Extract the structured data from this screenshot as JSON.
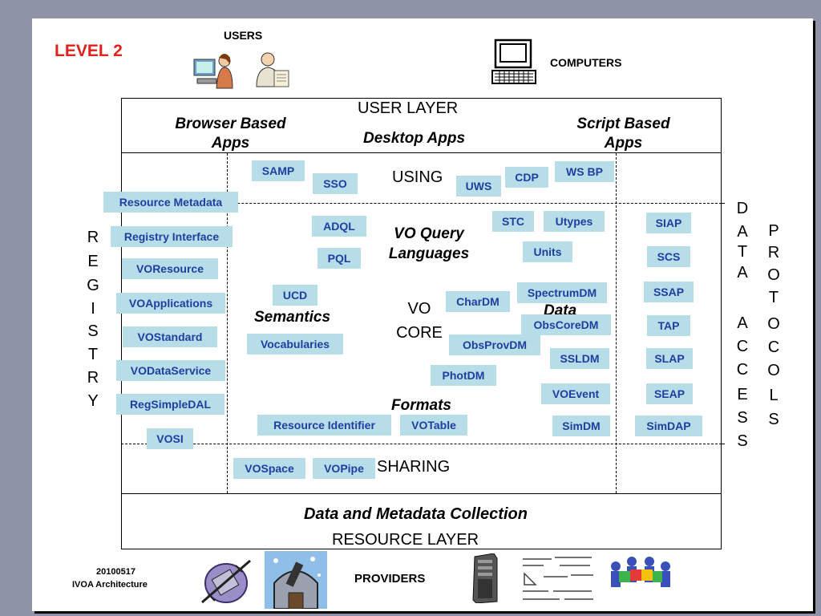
{
  "level": "LEVEL 2",
  "top": {
    "users": "USERS",
    "computers": "COMPUTERS"
  },
  "user_layer": {
    "title": "USER LAYER",
    "browser": "Browser Based\nApps",
    "desktop": "Desktop Apps",
    "script": "Script Based\nApps"
  },
  "using": "USING",
  "sharing": "SHARING",
  "vo_query": "VO Query\nLanguages",
  "semantics": "Semantics",
  "vo_core": "VO\nCORE",
  "data_label": "Data",
  "formats": "Formats",
  "resource_layer": {
    "title": "RESOURCE LAYER",
    "collection": "Data and Metadata Collection"
  },
  "providers": "PROVIDERS",
  "footer": {
    "date": "20100517",
    "arch": "IVOA Architecture"
  },
  "registry_letters": [
    "R",
    "E",
    "G",
    "I",
    "S",
    "T",
    "R",
    "Y"
  ],
  "data_letters": [
    "D",
    "A",
    "T",
    "A",
    "",
    "A",
    "C",
    "C",
    "E",
    "S",
    "S"
  ],
  "protocols_letters": [
    "P",
    "R",
    "O",
    "T",
    "O",
    "C",
    "O",
    "L",
    "S"
  ],
  "boxes": {
    "samp": "SAMP",
    "sso": "SSO",
    "uws": "UWS",
    "cdp": "CDP",
    "wsbp": "WS BP",
    "resource_metadata": "Resource Metadata",
    "registry_interface": "Registry Interface",
    "voresource": "VOResource",
    "voapplications": "VOApplications",
    "vostandard": "VOStandard",
    "vodataservice": "VODataService",
    "regsimpledal": "RegSimpleDAL",
    "vosi": "VOSI",
    "adql": "ADQL",
    "pql": "PQL",
    "stc": "STC",
    "utypes": "Utypes",
    "units": "Units",
    "ucd": "UCD",
    "vocabularies": "Vocabularies",
    "chardm": "CharDM",
    "spectrumdm": "SpectrumDM",
    "obscoredm": "ObsCoreDM",
    "obsprovdm": "ObsProvDM",
    "ssldm": "SSLDM",
    "photdm": "PhotDM",
    "voevent": "VOEvent",
    "simdm": "SimDM",
    "resource_identifier": "Resource Identifier",
    "votable": "VOTable",
    "siap": "SIAP",
    "scs": "SCS",
    "ssap": "SSAP",
    "tap": "TAP",
    "slap": "SLAP",
    "seap": "SEAP",
    "simdap": "SimDAP",
    "vospace": "VOSpace",
    "vopipe": "VOPipe"
  },
  "colors": {
    "box_bg": "#b6dde8",
    "box_text": "#1f3fa0",
    "level": "#e0201a",
    "background": "#8e93a8"
  }
}
